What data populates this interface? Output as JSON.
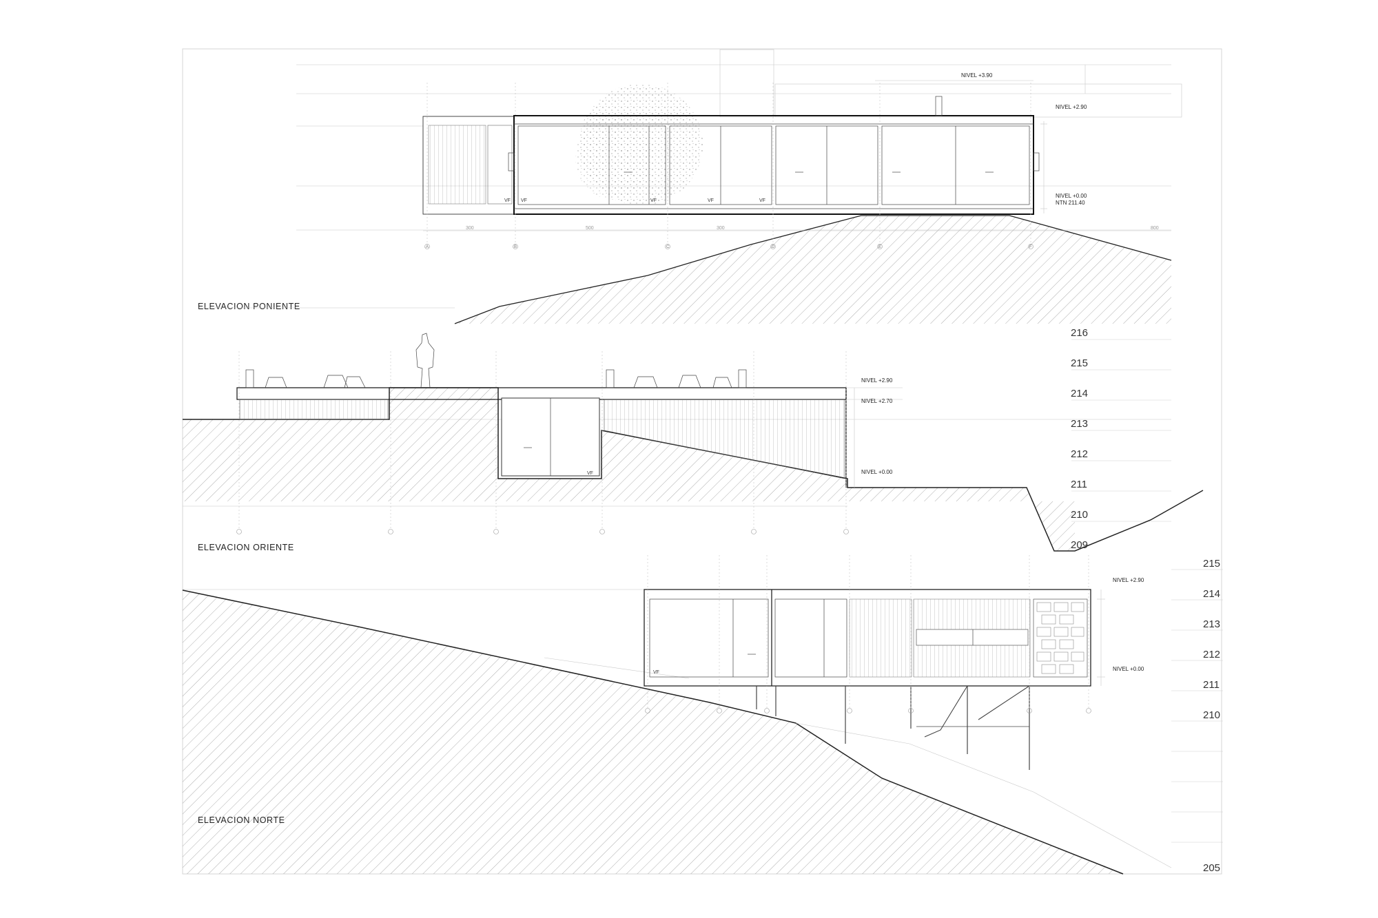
{
  "sheet": {
    "elevations": [
      {
        "title": "ELEVACION  PONIENTE",
        "levels": [
          "NIVEL +3.90",
          "NIVEL +2.90",
          "NIVEL +0.00",
          "NTN 211.40"
        ],
        "dims": [
          "300",
          "500",
          "300",
          "800"
        ],
        "axes": [
          "A",
          "B",
          "C",
          "D",
          "E",
          "F"
        ],
        "tags": [
          "VF",
          "VF",
          "VF",
          "VF",
          "VF"
        ]
      },
      {
        "title": "ELEVACION  ORIENTE",
        "levels": [
          "NIVEL +2.90",
          "NIVEL +2.70",
          "NIVEL +0.00"
        ],
        "tags": [
          "VF"
        ]
      },
      {
        "title": "ELEVACION  NORTE",
        "levels": [
          "NIVEL +2.90",
          "NIVEL +0.00"
        ],
        "tags": [
          "VF"
        ]
      }
    ],
    "scale_a": [
      "216",
      "215",
      "214",
      "213",
      "212",
      "211",
      "210",
      "209"
    ],
    "scale_b": [
      "215",
      "214",
      "213",
      "212",
      "211",
      "210",
      "205"
    ],
    "colors": {
      "line": "#222222",
      "hatch": "#9a9a9a",
      "frame": "#d4d4d4"
    }
  }
}
